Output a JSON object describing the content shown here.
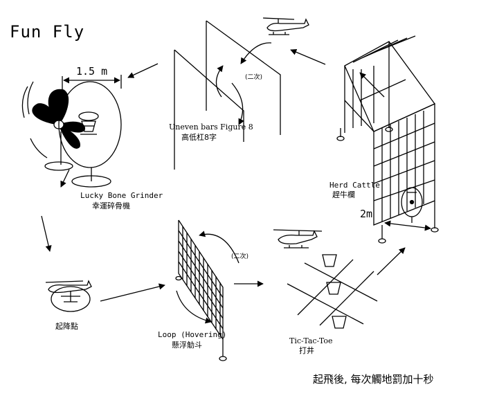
{
  "title": "Fun Fly",
  "dimensions": {
    "width_label": "1.5 m",
    "length_label": "2m"
  },
  "stations": {
    "grinder": {
      "label_en": "Lucky Bone Grinder",
      "label_zh": "幸運碎骨機"
    },
    "uneven_bars": {
      "label_en": "Uneven bars Figure 8",
      "label_zh": "高低杠8字",
      "repeat": "(二次)"
    },
    "herd_cattle": {
      "label_en": "Herd Cattle",
      "label_zh": "趕牛欄"
    },
    "takeoff": {
      "label_zh": "起降點"
    },
    "loop": {
      "label_en": "Loop (Hovering)",
      "label_zh": "懸浮觔斗",
      "repeat": "(二次)"
    },
    "tictactoe": {
      "label_en": "Tic-Tac-Toe",
      "label_zh": "打井"
    }
  },
  "footer_note": "起飛後, 每次觸地罰加十秒",
  "colors": {
    "ink": "#000000",
    "background": "#ffffff"
  }
}
